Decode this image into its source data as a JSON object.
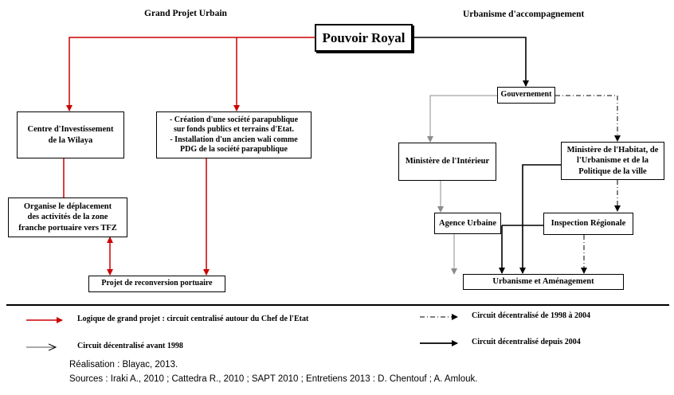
{
  "headings": {
    "left": "Grand Projet Urbain",
    "right": "Urbanisme d'accompagnement"
  },
  "boxes": {
    "pouvoir_royal": "Pouvoir Royal",
    "gouvernement": "Gouvernement",
    "centre_investissement": "Centre d'Investissement\nde la Wilaya",
    "creation_societe": "- Création d'une société parapublique\nsur fonds publics et terrains d'Etat.\n- Installation d'un ancien wali comme\nPDG de la société parapublique",
    "organise_deplacement": "Organise le déplacement\ndes activités de la zone\nfranche portuaire vers TFZ",
    "projet_reconversion": "Projet de reconversion portuaire",
    "ministere_interieur": "Ministère de l'Intérieur",
    "ministere_habitat": "Ministère de l'Habitat, de\nl'Urbanisme et de la\nPolitique de la ville",
    "agence_urbaine": "Agence Urbaine",
    "inspection_regionale": "Inspection Régionale",
    "urbanisme_amenagement": "Urbanisme et Aménagement"
  },
  "legend": {
    "red": "Logique de grand projet : circuit centralisé autour du Chef de l'Etat",
    "gray": "Circuit décentralisé avant 1998",
    "dashdot": "Circuit décentralisé de 1998 à 2004",
    "black": "Circuit décentralisé depuis 2004"
  },
  "credits": {
    "realisation": "Réalisation : Blayac, 2013.",
    "sources": "Sources : Iraki  A., 2010 ; Cattedra R., 2010 ; SAPT 2010 ; Entretiens 2013 : D. Chentouf ; A. Amlouk."
  },
  "colors": {
    "red": "#cc0000",
    "gray": "#8c8c8c",
    "black": "#000000"
  }
}
